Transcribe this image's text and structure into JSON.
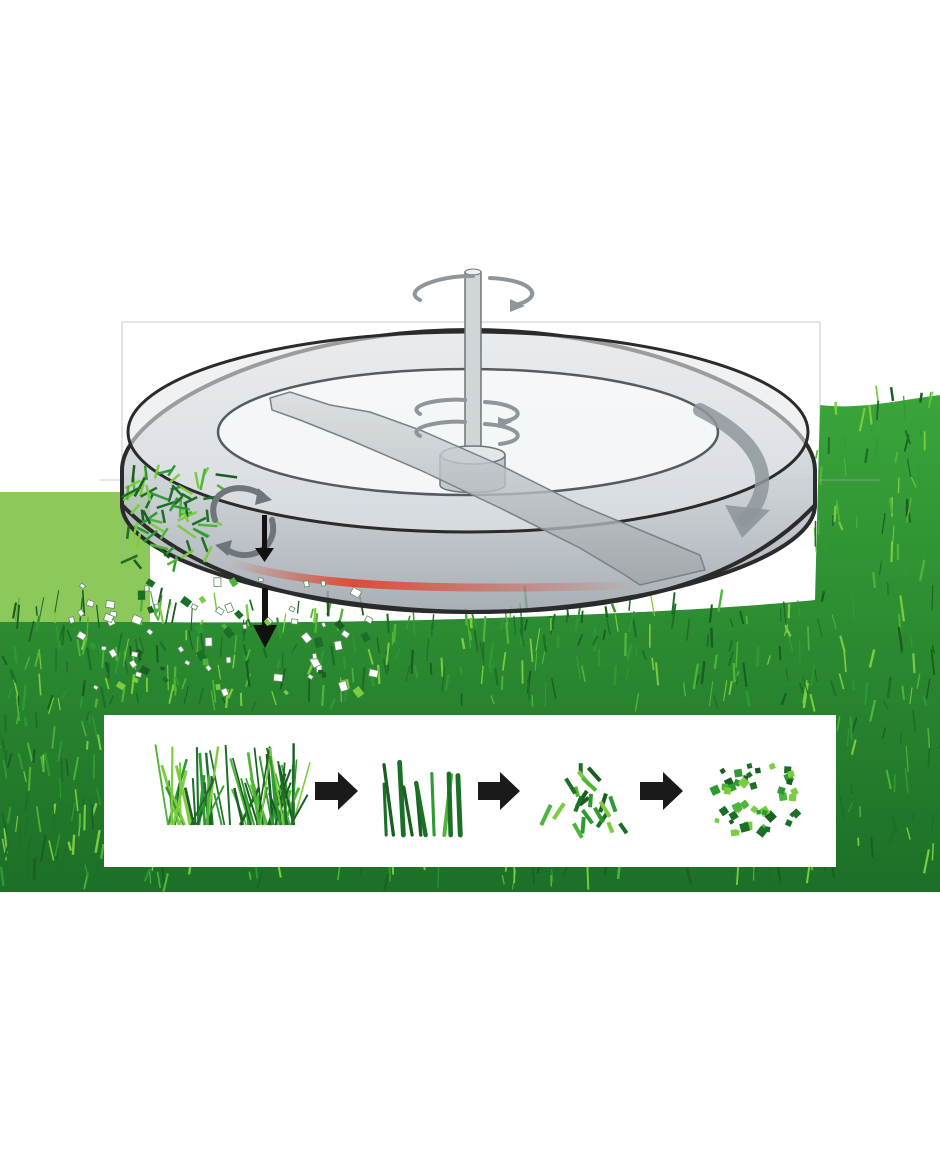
{
  "colors": {
    "background": "#ffffff",
    "lawn_dark": "#1f7a2a",
    "lawn_mid": "#2f9a34",
    "lawn_light": "#6cbf3a",
    "flat_green": "#8cc85a",
    "deck_grey": "#c9cfd4",
    "deck_outline": "#2b2b2b",
    "blade_grey": "#b9bec2",
    "rotation_arrow": "#8f969b",
    "cut_line_red": "#e0402a",
    "panel_bg": "#ffffff",
    "process_arrow": "#1a1a1a"
  },
  "icons": {
    "spindle_rotation": "curved-rotation-arrow-icon",
    "blade_rotation": "curved-rotation-arrow-icon",
    "airflow": "circular-recirculation-arrow-icon",
    "discharge": "down-arrow-icon",
    "deck_flow": "curved-flow-arrow-icon",
    "process_step": "right-arrow-icon"
  },
  "process_steps": [
    {
      "name": "uncut-grass"
    },
    {
      "name": "cut-blades"
    },
    {
      "name": "chopped-pieces"
    },
    {
      "name": "fine-mulch"
    }
  ]
}
